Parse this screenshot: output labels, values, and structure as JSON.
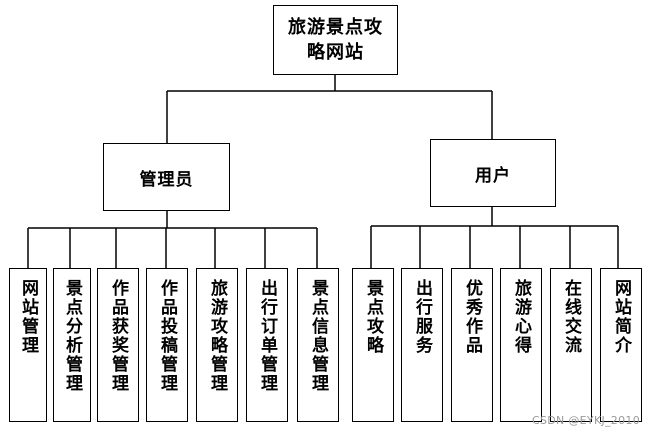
{
  "root": {
    "label": "旅游景点攻略网站"
  },
  "groups": [
    {
      "label": "管理员",
      "children": [
        "网站管理",
        "景点分析管理",
        "作品获奖管理",
        "作品投稿管理",
        "旅游攻略管理",
        "出行订单管理",
        "景点信息管理"
      ]
    },
    {
      "label": "用户",
      "children": [
        "景点攻略",
        "出行服务",
        "优秀作品",
        "旅游心得",
        "在线交流",
        "网站简介"
      ]
    }
  ],
  "watermark": "CSDN @EYKJ_2010"
}
